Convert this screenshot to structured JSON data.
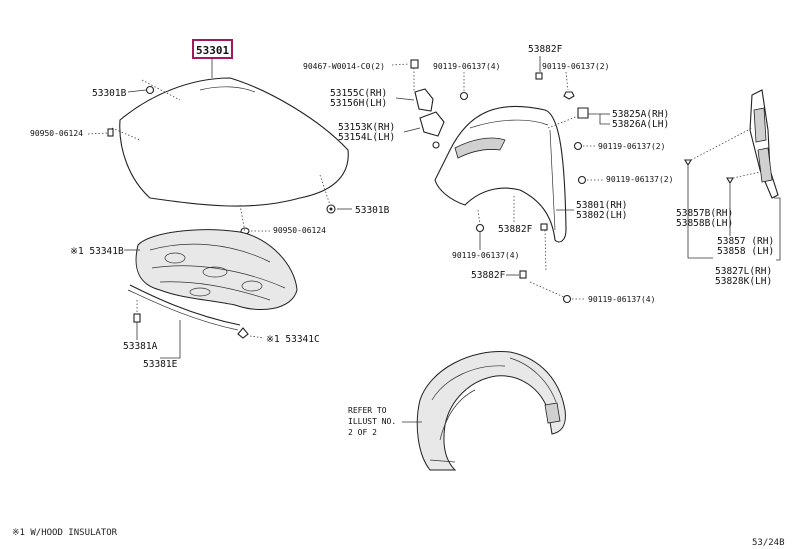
{
  "highlight": {
    "part_number": "53301",
    "color": "#a3195b"
  },
  "labels": {
    "hood_clip_b": "53301B",
    "hood_stay_bolt": "90950-06124",
    "hood_cushion_b": "53301B",
    "hood_bolt_2": "90950-06124",
    "insulator": "※1 53341B",
    "insulator_clip": "※1 53341C",
    "seal_a": "53381A",
    "seal_e": "53381E",
    "top_clip": "90467-W0014-C0(2)",
    "top_screw": "90119-06137(4)",
    "top_nut": "53882F",
    "top_bolt_2": "90119-06137(2)",
    "bracket_c_rh": "53155C(RH)",
    "bracket_h_lh": "53156H(LH)",
    "bracket_k_rh": "53153K(RH)",
    "bracket_l_lh": "53154L(LH)",
    "rh_825a": "53825A(RH)",
    "lh_826a": "53826A(LH)",
    "bolt_right_1": "90119-06137(2)",
    "bolt_right_2": "90119-06137(2)",
    "fender_rh": "53801(RH)",
    "fender_lh": "53802(LH)",
    "fender_nut": "53882F",
    "fender_bolt": "90119-06137(4)",
    "lower_nut": "53882F",
    "lower_bolt": "90119-06137(4)",
    "r_857b": "53857B(RH)",
    "r_858b": "53858B(LH)",
    "r_857": "53857 (RH)",
    "r_858": "53858 (LH)",
    "r_827l": "53827L(RH)",
    "r_828k": "53828K(LH)",
    "refer_1": "REFER TO",
    "refer_2": "ILLUST NO.",
    "refer_3": "2 OF 2"
  },
  "footer": {
    "note": "※1 W/HOOD INSULATOR",
    "code": "53/24B"
  }
}
